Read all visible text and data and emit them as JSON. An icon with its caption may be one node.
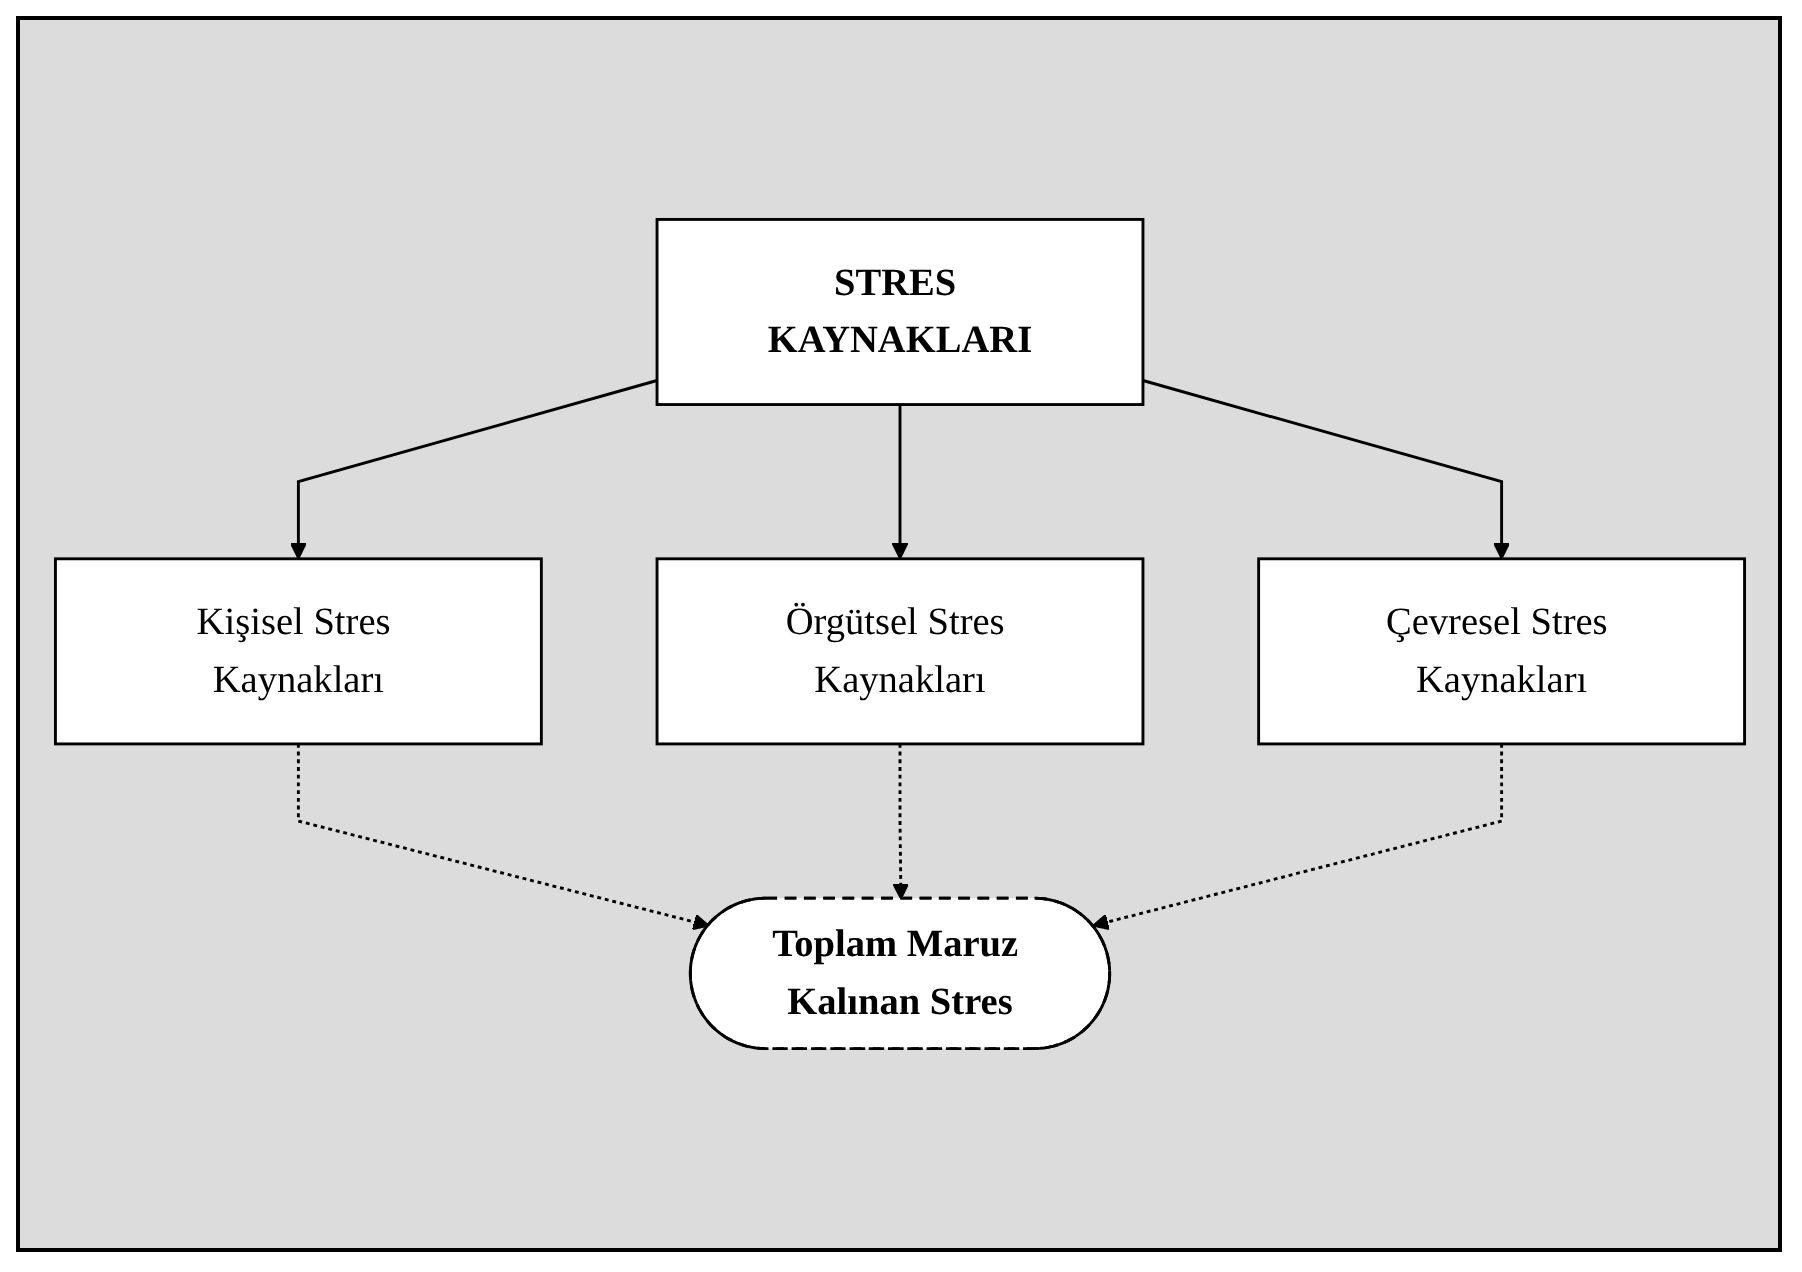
{
  "diagram": {
    "nodes": [
      {
        "text": [
          "STRES KAYNAKLARI"
        ]
      },
      {
        "text": [
          "Kişisel Stres Kaynakları"
        ]
      },
      {
        "text": [
          "Örgütsel Stres Kaynakları"
        ]
      },
      {
        "text": [
          "Çevresel Stres Kaynakları"
        ]
      },
      {
        "text": [
          "Toplam Maruz Kalınan Stres"
        ]
      }
    ],
    "edges": [
      {
        "from": 0,
        "to": 1,
        "arrow": "to"
      },
      {
        "from": 0,
        "to": 2,
        "arrow": "to"
      },
      {
        "from": 0,
        "to": 3,
        "arrow": "to"
      },
      {
        "from": 1,
        "to": 4,
        "arrow": "to",
        "style": "dashed"
      },
      {
        "from": 2,
        "to": 4,
        "arrow": "to",
        "style": "dashed"
      },
      {
        "from": 3,
        "to": 4,
        "arrow": "to",
        "style": "dashed"
      }
    ]
  }
}
